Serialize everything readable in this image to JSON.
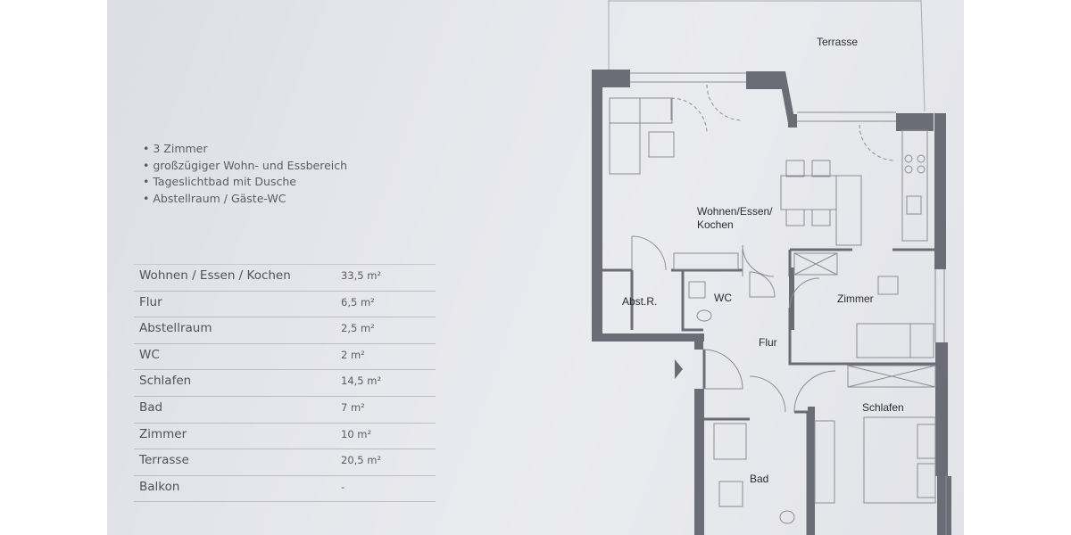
{
  "features": [
    "3 Zimmer",
    "großzügiger Wohn- und Essbereich",
    "Tageslichtbad mit Dusche",
    "Abstellraum / Gäste-WC"
  ],
  "areas": [
    {
      "name": "Wohnen / Essen / Kochen",
      "value": "33,5 m²"
    },
    {
      "name": "Flur",
      "value": "6,5 m²"
    },
    {
      "name": "Abstellraum",
      "value": "2,5 m²"
    },
    {
      "name": "WC",
      "value": "2 m²"
    },
    {
      "name": "Schlafen",
      "value": "14,5 m²"
    },
    {
      "name": "Bad",
      "value": "7 m²"
    },
    {
      "name": "Zimmer",
      "value": "10 m²"
    },
    {
      "name": "Terrasse",
      "value": "20,5 m²"
    },
    {
      "name": "Balkon",
      "value": "-"
    }
  ],
  "plan": {
    "terrace": "Terrasse",
    "living_line1": "Wohnen/Essen/",
    "living_line2": "Kochen",
    "storage": "Abst.R.",
    "wc": "WC",
    "hall": "Flur",
    "room": "Zimmer",
    "bedroom": "Schlafen",
    "bath": "Bad"
  },
  "colors": {
    "wall": "#6a6d75",
    "wall_dark": "#55585f",
    "line": "#8a8d95",
    "text": "#2a2c33"
  }
}
